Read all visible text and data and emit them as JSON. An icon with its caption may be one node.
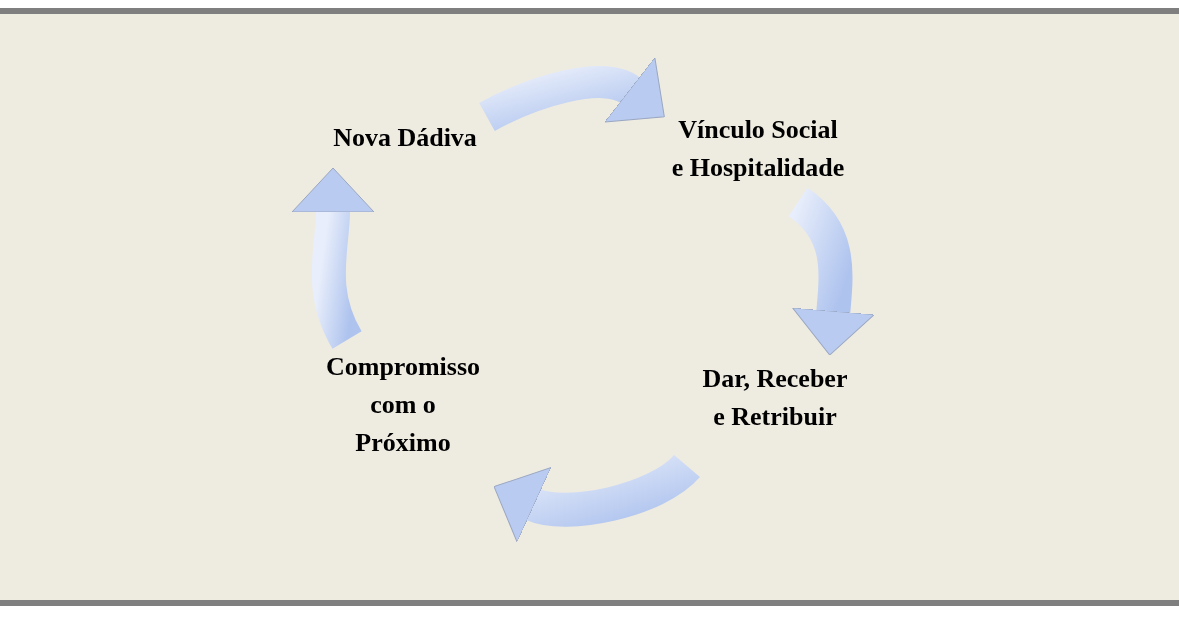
{
  "diagram": {
    "nodes": [
      {
        "text": [
          "Nova Dádiva"
        ]
      },
      {
        "text": [
          "Vínculo Social e Hospitalidade"
        ]
      },
      {
        "text": [
          "Dar, Receber e Retribuir"
        ]
      },
      {
        "text": [
          "Compromisso com o Próximo"
        ]
      }
    ],
    "edges": [
      {
        "from": 0,
        "to": 1,
        "arrow": "to"
      },
      {
        "from": 1,
        "to": 2,
        "arrow": "to"
      },
      {
        "from": 2,
        "to": 3,
        "arrow": "to"
      },
      {
        "from": 3,
        "to": 0,
        "arrow": "to"
      }
    ]
  }
}
